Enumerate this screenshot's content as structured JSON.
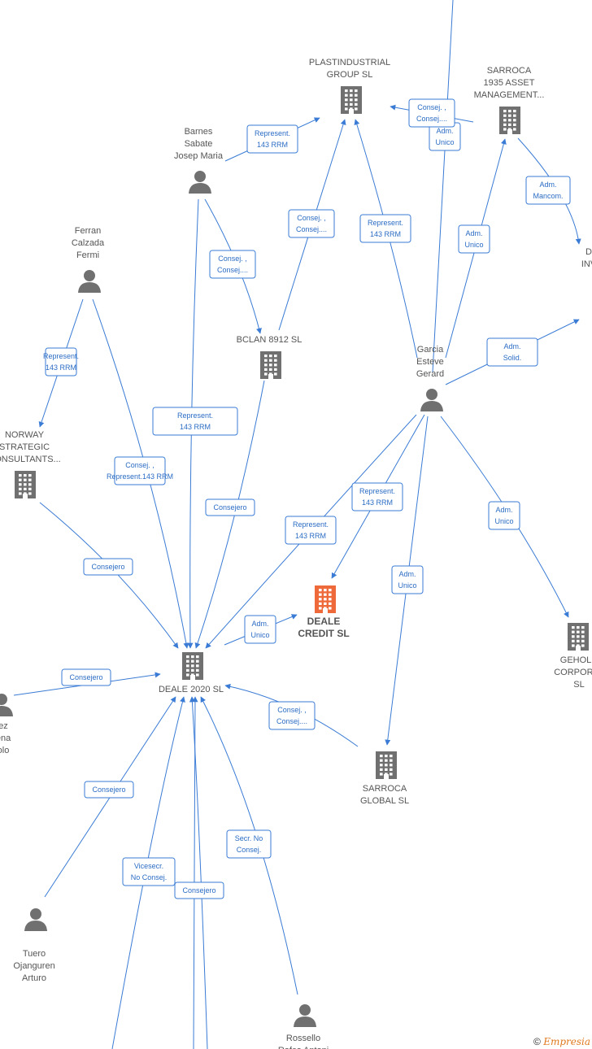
{
  "colors": {
    "edge": "#3a7bd5",
    "company": "#707070",
    "company_focus": "#ef6a3a",
    "person": "#707070",
    "label_text": "#555555",
    "label_border": "#3a7bd5"
  },
  "nodes": [
    {
      "id": "plastindustrial",
      "type": "company",
      "lines": [
        "PLASTINDUSTRIAL",
        "GROUP  SL"
      ]
    },
    {
      "id": "sarroca1935",
      "type": "company",
      "lines": [
        "SARROCA",
        "1935 ASSET",
        "MANAGEMENT..."
      ]
    },
    {
      "id": "barnes",
      "type": "person",
      "lines": [
        "Barnes",
        "Sabate",
        "Josep Maria"
      ]
    },
    {
      "id": "ferran",
      "type": "person",
      "lines": [
        "Ferran",
        "Calzada",
        "Fermi"
      ]
    },
    {
      "id": "bclan",
      "type": "company",
      "lines": [
        "BCLAN 8912  SL"
      ]
    },
    {
      "id": "garcia",
      "type": "person",
      "lines": [
        "Garcia",
        "Esteve",
        "Gerard"
      ]
    },
    {
      "id": "norway",
      "type": "company",
      "lines": [
        "NORWAY",
        "STRATEGIC",
        "CONSULTANTS..."
      ]
    },
    {
      "id": "dinv",
      "type": "company",
      "lines": [
        "D",
        "INV"
      ]
    },
    {
      "id": "dealecredit",
      "type": "company_focus",
      "lines": [
        "DEALE",
        "CREDIT  SL"
      ]
    },
    {
      "id": "deale2020",
      "type": "company",
      "lines": [
        "DEALE 2020  SL"
      ]
    },
    {
      "id": "gehold",
      "type": "company",
      "lines": [
        "GEHOLD",
        "CORPORAT",
        "SL"
      ]
    },
    {
      "id": "leftperson",
      "type": "person",
      "lines": [
        "ez",
        "ena",
        "olo"
      ]
    },
    {
      "id": "sarrocaglobal",
      "type": "company",
      "lines": [
        "SARROCA",
        "GLOBAL  SL"
      ]
    },
    {
      "id": "tuero",
      "type": "person",
      "lines": [
        "Tuero",
        "Ojanguren",
        "Arturo"
      ]
    },
    {
      "id": "rossello",
      "type": "person",
      "lines": [
        "Rossello",
        "Rofes Antoni"
      ]
    }
  ],
  "edges": [
    {
      "label": [
        "Represent.",
        "143 RRM"
      ]
    },
    {
      "label": [
        "Consej. ,",
        "Consej...."
      ]
    },
    {
      "label": [
        "Adm.",
        "Unico"
      ]
    },
    {
      "label": [
        "Consej. ,",
        "Consej...."
      ]
    },
    {
      "label": [
        "Represent.",
        "143 RRM"
      ]
    },
    {
      "label": [
        "Adm.",
        "Mancom."
      ]
    },
    {
      "label": [
        "Consej. ,",
        "Consej...."
      ]
    },
    {
      "label": [
        "Adm.",
        "Unico"
      ]
    },
    {
      "label": [
        "Adm.",
        "Solid."
      ]
    },
    {
      "label": [
        "Represent.",
        "143 RRM"
      ]
    },
    {
      "label": [
        "Consej. ,",
        "Represent.143 RRM"
      ]
    },
    {
      "label": [
        "Represent.",
        "143 RRM"
      ]
    },
    {
      "label": [
        "Consejero"
      ]
    },
    {
      "label": [
        "Represent.",
        "143 RRM"
      ]
    },
    {
      "label": [
        "Represent.",
        "143 RRM"
      ]
    },
    {
      "label": [
        "Adm.",
        "Unico"
      ]
    },
    {
      "label": [
        "Consejero"
      ]
    },
    {
      "label": [
        "Adm.",
        "Unico"
      ]
    },
    {
      "label": [
        "Adm.",
        "Unico"
      ]
    },
    {
      "label": [
        "Consejero"
      ]
    },
    {
      "label": [
        "Consej. ,",
        "Consej...."
      ]
    },
    {
      "label": [
        "Consejero"
      ]
    },
    {
      "label": [
        "Vicesecr.",
        "No Consej."
      ]
    },
    {
      "label": [
        "Consejero"
      ]
    },
    {
      "label": [
        "Secr.  No",
        "Consej."
      ]
    },
    {
      "label": []
    }
  ],
  "watermark": {
    "symbol": "©",
    "brand": "Empresia"
  }
}
